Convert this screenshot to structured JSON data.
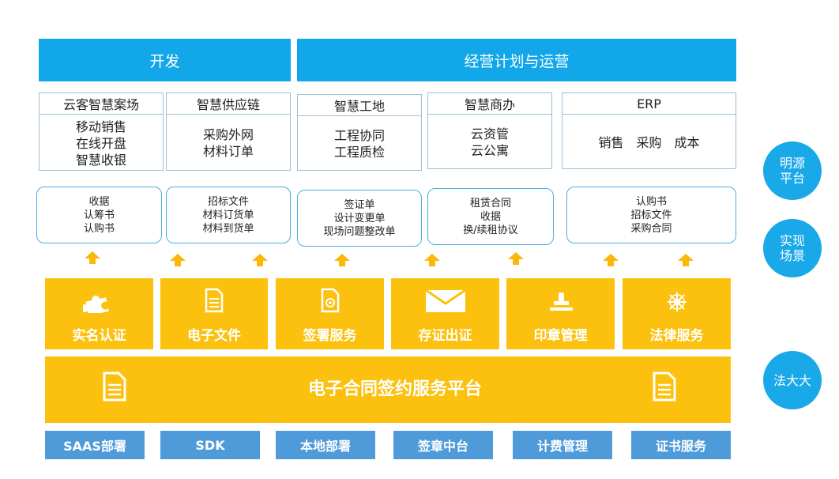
{
  "banners": {
    "left": "开发",
    "right": "经营计划与运营"
  },
  "products": [
    {
      "title": "云客智慧案场",
      "lines": [
        "移动销售",
        "在线开盘",
        "智慧收银"
      ]
    },
    {
      "title": "智慧供应链",
      "lines": [
        "采购外网",
        "材料订单"
      ]
    },
    {
      "title": "智慧工地",
      "lines": [
        "工程协同",
        "工程质检"
      ]
    },
    {
      "title": "智慧商办",
      "lines": [
        "云资管",
        "云公寓"
      ]
    },
    {
      "title": "ERP",
      "lines": [
        "销售　采购　成本"
      ]
    }
  ],
  "scenarios": [
    [
      "收据",
      "认筹书",
      "认购书"
    ],
    [
      "招标文件",
      "材料订货单",
      "材料到货单"
    ],
    [
      "签证单",
      "设计变更单",
      "现场问题整改单"
    ],
    [
      "租赁合同",
      "收据",
      "换/续租协议"
    ],
    [
      "认购书",
      "招标文件",
      "采购合同"
    ]
  ],
  "services": [
    {
      "label": "实名认证",
      "icon": "puzzle-icon"
    },
    {
      "label": "电子文件",
      "icon": "document-icon"
    },
    {
      "label": "签署服务",
      "icon": "document-seal-icon"
    },
    {
      "label": "存证出证",
      "icon": "envelope-icon"
    },
    {
      "label": "印章管理",
      "icon": "stamp-icon"
    },
    {
      "label": "法律服务",
      "icon": "network-icon"
    }
  ],
  "platform": {
    "label": "电子合同签约服务平台",
    "icon": "document-icon"
  },
  "deployments": [
    "SAAS部署",
    "SDK",
    "本地部署",
    "签章中台",
    "计费管理",
    "证书服务"
  ],
  "side_labels": [
    {
      "lines": [
        "明源",
        "平台"
      ]
    },
    {
      "lines": [
        "实现",
        "场景"
      ]
    },
    {
      "lines": [
        "法大大"
      ]
    }
  ],
  "colors": {
    "blue": "#12a7e8",
    "yellow": "#fbc10e",
    "deploy_blue": "#4f9bd9",
    "arrow": "#fbb80a"
  }
}
